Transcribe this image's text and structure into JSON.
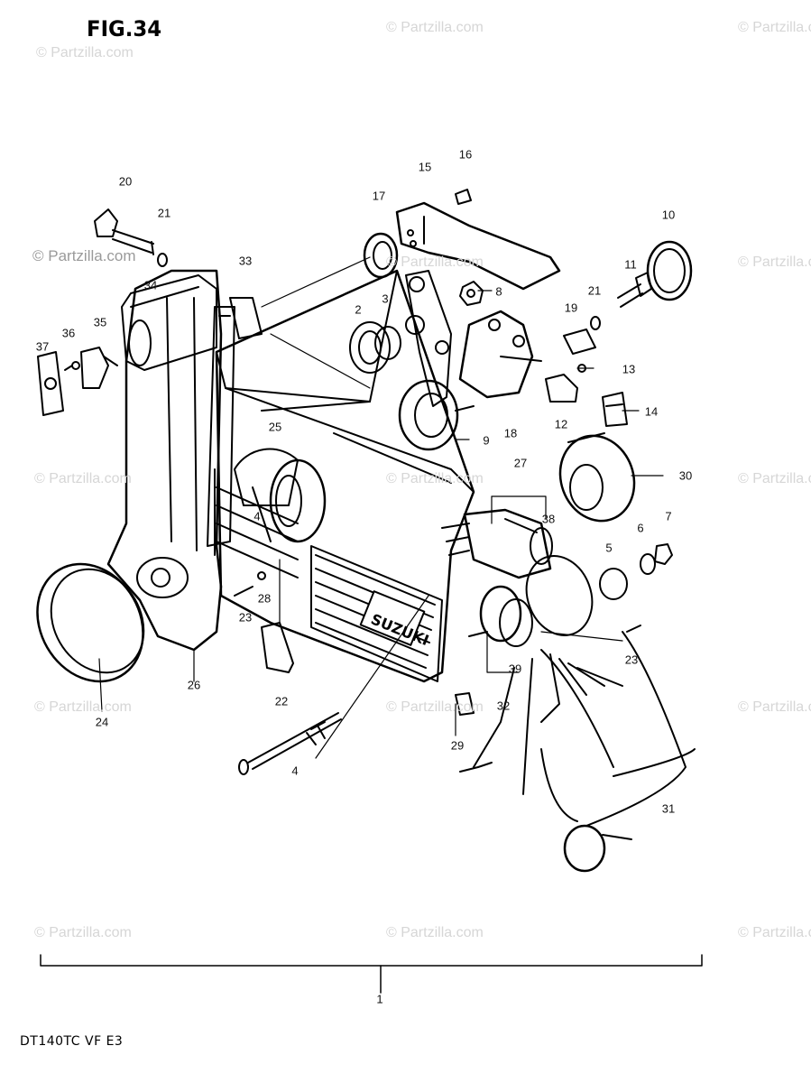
{
  "figure": {
    "title": "FIG.34",
    "model_code": "DT140TC VF E3"
  },
  "watermark": {
    "text": "© Partzilla.com",
    "highlight_text": "© Partzilla.com"
  },
  "brand_text": "SUZUKI",
  "callouts": [
    {
      "label": "20"
    },
    {
      "label": "21"
    },
    {
      "label": "33"
    },
    {
      "label": "34"
    },
    {
      "label": "36"
    },
    {
      "label": "35"
    },
    {
      "label": "37"
    },
    {
      "label": "17"
    },
    {
      "label": "15"
    },
    {
      "label": "16"
    },
    {
      "label": "10"
    },
    {
      "label": "11"
    },
    {
      "label": "21"
    },
    {
      "label": "8"
    },
    {
      "label": "2"
    },
    {
      "label": "3"
    },
    {
      "label": "19"
    },
    {
      "label": "13"
    },
    {
      "label": "12"
    },
    {
      "label": "14"
    },
    {
      "label": "9"
    },
    {
      "label": "18"
    },
    {
      "label": "25"
    },
    {
      "label": "4"
    },
    {
      "label": "27"
    },
    {
      "label": "30"
    },
    {
      "label": "38"
    },
    {
      "label": "6"
    },
    {
      "label": "7"
    },
    {
      "label": "5"
    },
    {
      "label": "28"
    },
    {
      "label": "23"
    },
    {
      "label": "26"
    },
    {
      "label": "22"
    },
    {
      "label": "24"
    },
    {
      "label": "39"
    },
    {
      "label": "23"
    },
    {
      "label": "32"
    },
    {
      "label": "29"
    },
    {
      "label": "4"
    },
    {
      "label": "31"
    },
    {
      "label": "1"
    }
  ],
  "colors": {
    "line": "#000000",
    "watermark": "#d6d6d6",
    "background": "#ffffff"
  }
}
